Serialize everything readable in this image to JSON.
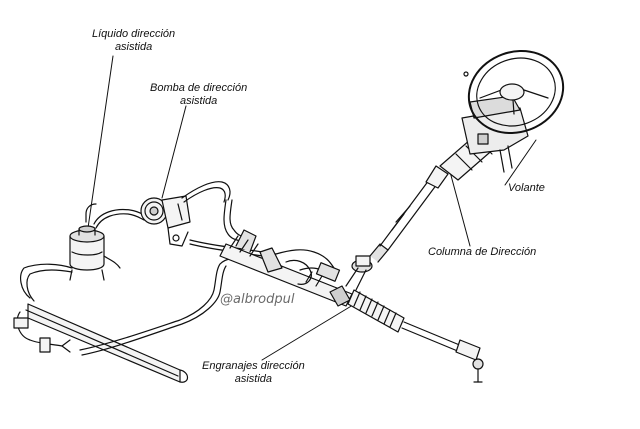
{
  "labels": {
    "fluid": [
      "Líquido dirección",
      "asistida"
    ],
    "pump": [
      "Bomba de dirección",
      "asistida"
    ],
    "wheel": "Volante",
    "column": "Columna de Dirección",
    "gear": [
      "Engranajes dirección",
      "asistida"
    ]
  },
  "watermark": "@albrodpul",
  "colors": {
    "ink": "#111111",
    "fill": "#f4f4f4",
    "shade": "#cfcfcf"
  }
}
